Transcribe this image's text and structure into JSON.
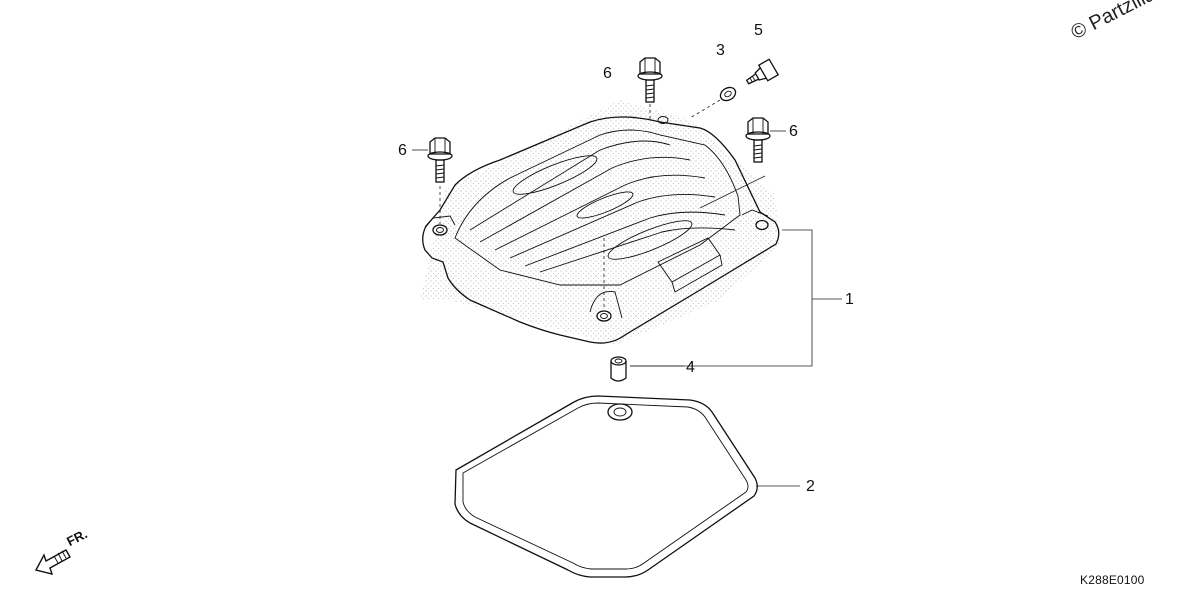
{
  "watermark": "© Partzilla",
  "diagram_code": "K288E0100",
  "direction_label": "FR.",
  "callouts": {
    "c1": "1",
    "c2": "2",
    "c3": "3",
    "c4": "4",
    "c5": "5",
    "c6a": "6",
    "c6b": "6",
    "c6c": "6"
  }
}
